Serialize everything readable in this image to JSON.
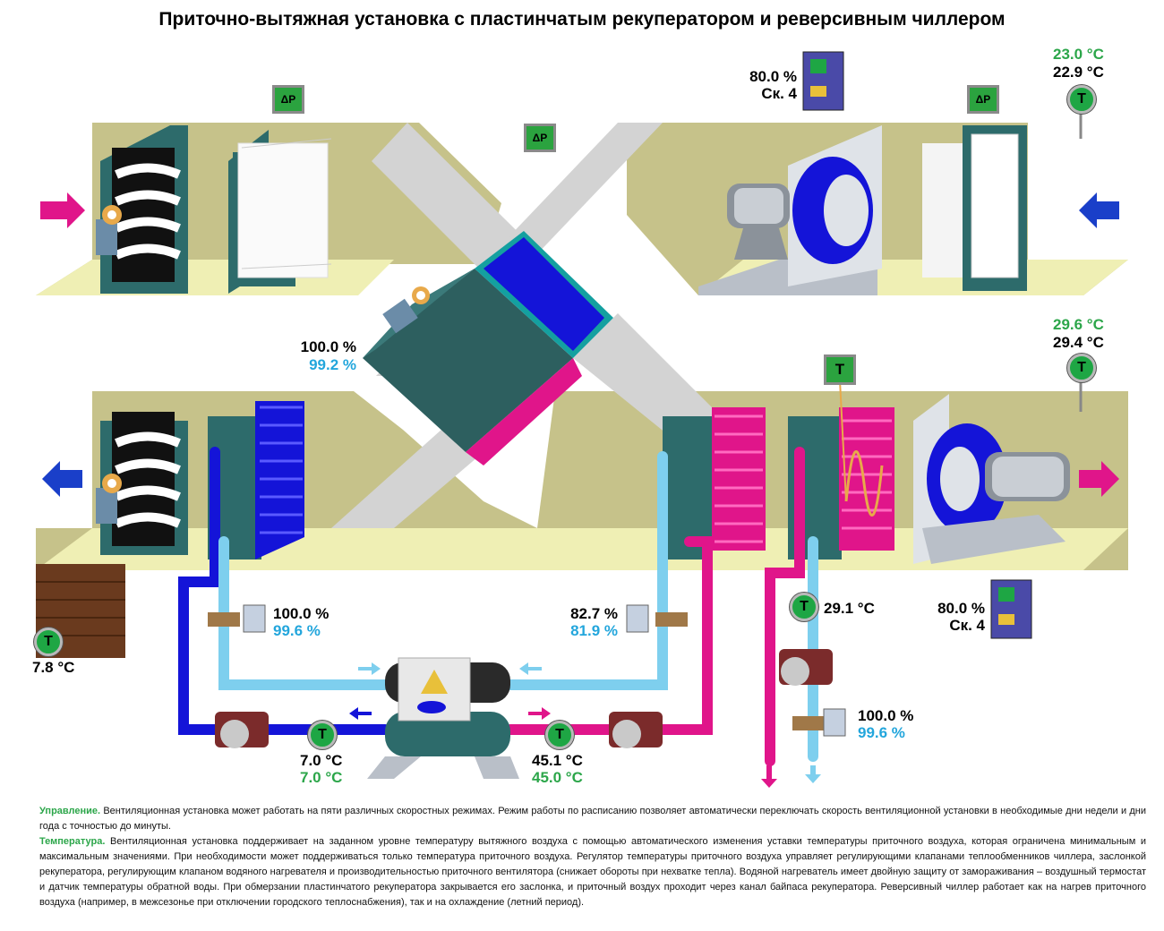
{
  "title": "Приточно-вытяжная установка с пластинчатым рекуператором и реверсивным чиллером",
  "exhaust_fan_drive": {
    "percent": "80.0 %",
    "speed": "Ск. 4"
  },
  "supply_fan_drive": {
    "percent": "80.0 %",
    "speed": "Ск. 4"
  },
  "exhaust_temp": {
    "setpoint": "23.0 °C",
    "value": "22.9 °C"
  },
  "supply_temp": {
    "setpoint": "29.6 °C",
    "value": "29.4 °C"
  },
  "recuperator_damper": {
    "setpoint": "100.0 %",
    "value": "99.2 %"
  },
  "outdoor_temp": "7.8 °C",
  "chiller_valve_left": {
    "setpoint": "100.0 %",
    "value": "99.6 %"
  },
  "chiller_valve_right": {
    "setpoint": "82.7 %",
    "value": "81.9 %"
  },
  "cold_water_temp": {
    "value": "7.0 °C",
    "setpoint": "7.0 °C"
  },
  "hot_water_temp": {
    "value": "45.1 °C",
    "setpoint": "45.0 °C"
  },
  "heater_return_temp": "29.1 °C",
  "heater_valve": {
    "setpoint": "100.0 %",
    "value": "99.6 %"
  },
  "icons": {
    "dp": "ΔP",
    "temp": "T"
  },
  "description": {
    "control_title": "Управление.",
    "control_text": " Вентиляционная установка может работать на пяти различных скоростных режимах. Режим работы по расписанию позволяет автоматически переключать скорость вентиляционной установки в необходимые дни недели и дни года с точностью до минуты.",
    "temp_title": "Температура.",
    "temp_text": " Вентиляционная установка поддерживает на заданном уровне температуру вытяжного воздуха с помощью автоматического изменения уставки температуры приточного воздуха, которая ограничена минимальным и максимальным значениями. При необходимости может поддерживаться только температура приточного воздуха. Регулятор температуры приточного воздуха управляет регулирующими клапанами теплообменников чиллера, заслонкой рекуператора, регулирующим клапаном водяного нагревателя и производительностью приточного вентилятора (снижает обороты при нехватке тепла). Водяной нагреватель имеет двойную защиту от замораживания – воздушный термостат и датчик температуры обратной воды. При обмерзании пластинчатого рекуператора закрывается его заслонка, и приточный воздух проходит через канал байпаса рекуператора. Реверсивный чиллер работает как на нагрев приточного воздуха (например, в межсезонье при отключении городского теплоснабжения), так и на охлаждение (летний период)."
  },
  "colors": {
    "duct": "#c6c28a",
    "duct_floor": "#efefb4",
    "cold": "#1414d8",
    "cold_light": "#7ecfee",
    "hot": "#e0158a",
    "teal": "#2d5f5f",
    "sensor": "#1ea644"
  }
}
